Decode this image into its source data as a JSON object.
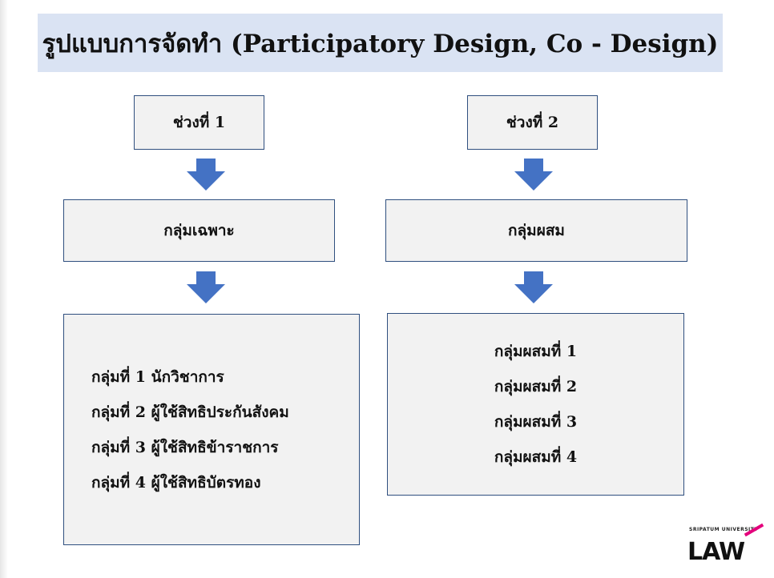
{
  "title": "รูปแบบการจัดทำ (Participatory Design, Co - Design)",
  "phases": [
    {
      "label": "ช่วงที่ 1",
      "group_type": "กลุ่มเฉพาะ",
      "groups": [
        "กลุ่มที่ 1 นักวิชาการ",
        "กลุ่มที่ 2 ผู้ใช้สิทธิประกันสังคม",
        "กลุ่มที่ 3 ผู้ใช้สิทธิข้าราชการ",
        "กลุ่มที่ 4 ผู้ใช้สิทธิบัตรทอง"
      ]
    },
    {
      "label": "ช่วงที่ 2",
      "group_type": "กลุ่มผสม",
      "groups": [
        "กลุ่มผสมที่ 1",
        "กลุ่มผสมที่ 2",
        "กลุ่มผสมที่ 3",
        "กลุ่มผสมที่ 4"
      ]
    }
  ],
  "logo": {
    "top_text": "SRIPATUM UNIVERSITY",
    "main_text": "LAW",
    "accent_color": "#e4007c"
  },
  "colors": {
    "arrow": "#4472c4",
    "box_fill": "#f2f2f2",
    "box_border": "#2f4f7f",
    "title_band": "#dae3f3"
  }
}
